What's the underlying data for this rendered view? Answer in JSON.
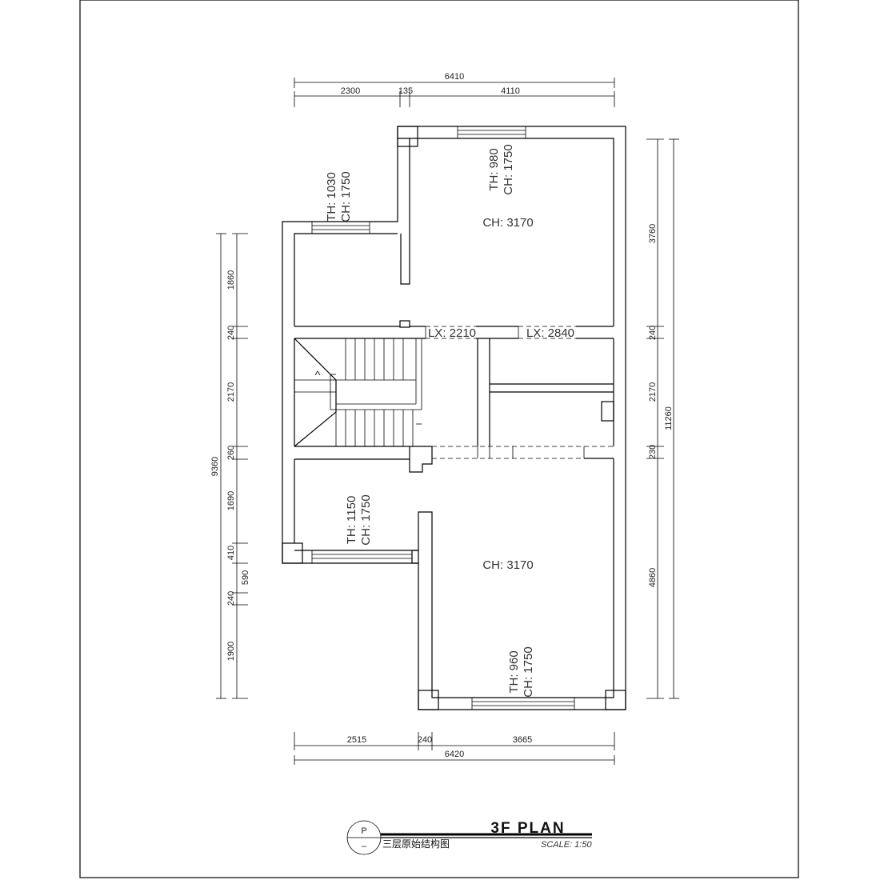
{
  "dimensions": {
    "top_total": "6410",
    "top_segments": [
      "2300",
      "135",
      "4110"
    ],
    "bottom_segments": [
      "2515",
      "240",
      "3665"
    ],
    "bottom_total": "6420",
    "left_total": "9360",
    "left_segments": [
      "1860",
      "240",
      "2170",
      "260",
      "1690",
      "410",
      "590",
      "240",
      "1900"
    ],
    "right_segments": [
      "3760",
      "240",
      "2170",
      "230",
      "4860"
    ],
    "right_total": "11260"
  },
  "rooms": {
    "upper_ch": "CH: 3170",
    "lower_ch": "CH: 3170"
  },
  "windows": {
    "top_right": {
      "th": "TH: 980",
      "ch": "CH: 1750"
    },
    "top_left": {
      "th": "TH: 1030",
      "ch": "CH: 1750"
    },
    "middle_left": {
      "th": "TH: 1150",
      "ch": "CH: 1750"
    },
    "bottom": {
      "th": "TH: 960",
      "ch": "CH: 1750"
    }
  },
  "beams": {
    "left": "LX: 2210",
    "right": "LX: 2840"
  },
  "stair_arrow": "^",
  "title_block": {
    "symbol_letter": "P",
    "symbol_sub": "–",
    "plan_title": "3F PLAN",
    "subtitle_cn": "三层原始结构图",
    "scale": "SCALE: 1:50"
  }
}
